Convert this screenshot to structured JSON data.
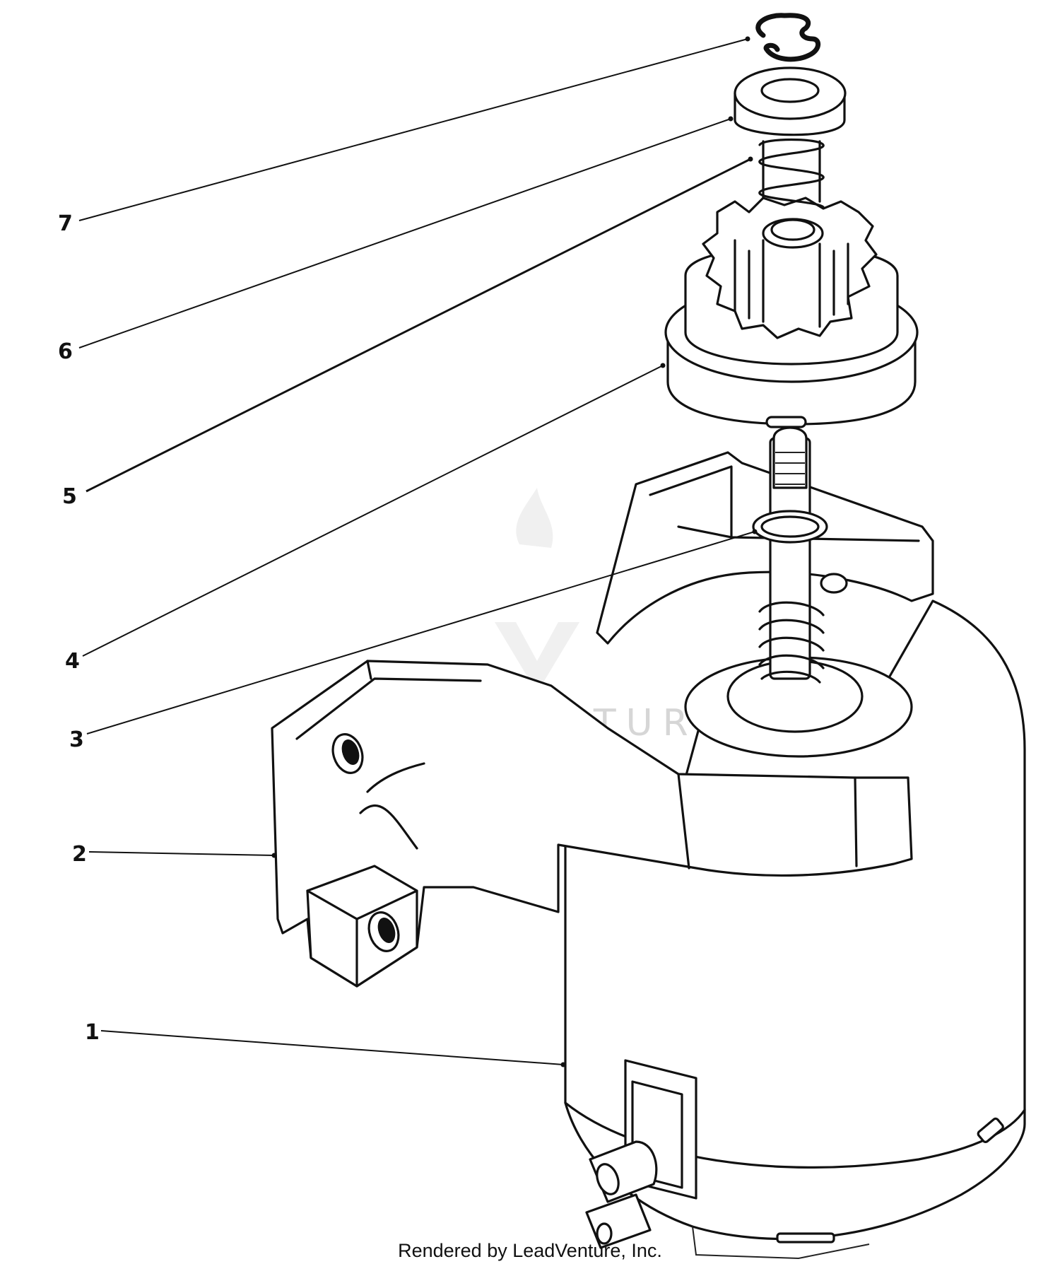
{
  "callouts": [
    {
      "label": "7",
      "part": "retaining-clip"
    },
    {
      "label": "6",
      "part": "spring-retainer"
    },
    {
      "label": "5",
      "part": "spring"
    },
    {
      "label": "4",
      "part": "pinion-gear"
    },
    {
      "label": "3",
      "part": "stop-washer"
    },
    {
      "label": "2",
      "part": "mounting-bracket"
    },
    {
      "label": "1",
      "part": "starter-motor"
    }
  ],
  "watermark": {
    "text": "LEADVENTURE"
  },
  "footer": {
    "text": "Rendered by LeadVenture, Inc."
  },
  "colors": {
    "line": "#111111",
    "background": "#ffffff",
    "watermark": "#d6d6d6"
  }
}
